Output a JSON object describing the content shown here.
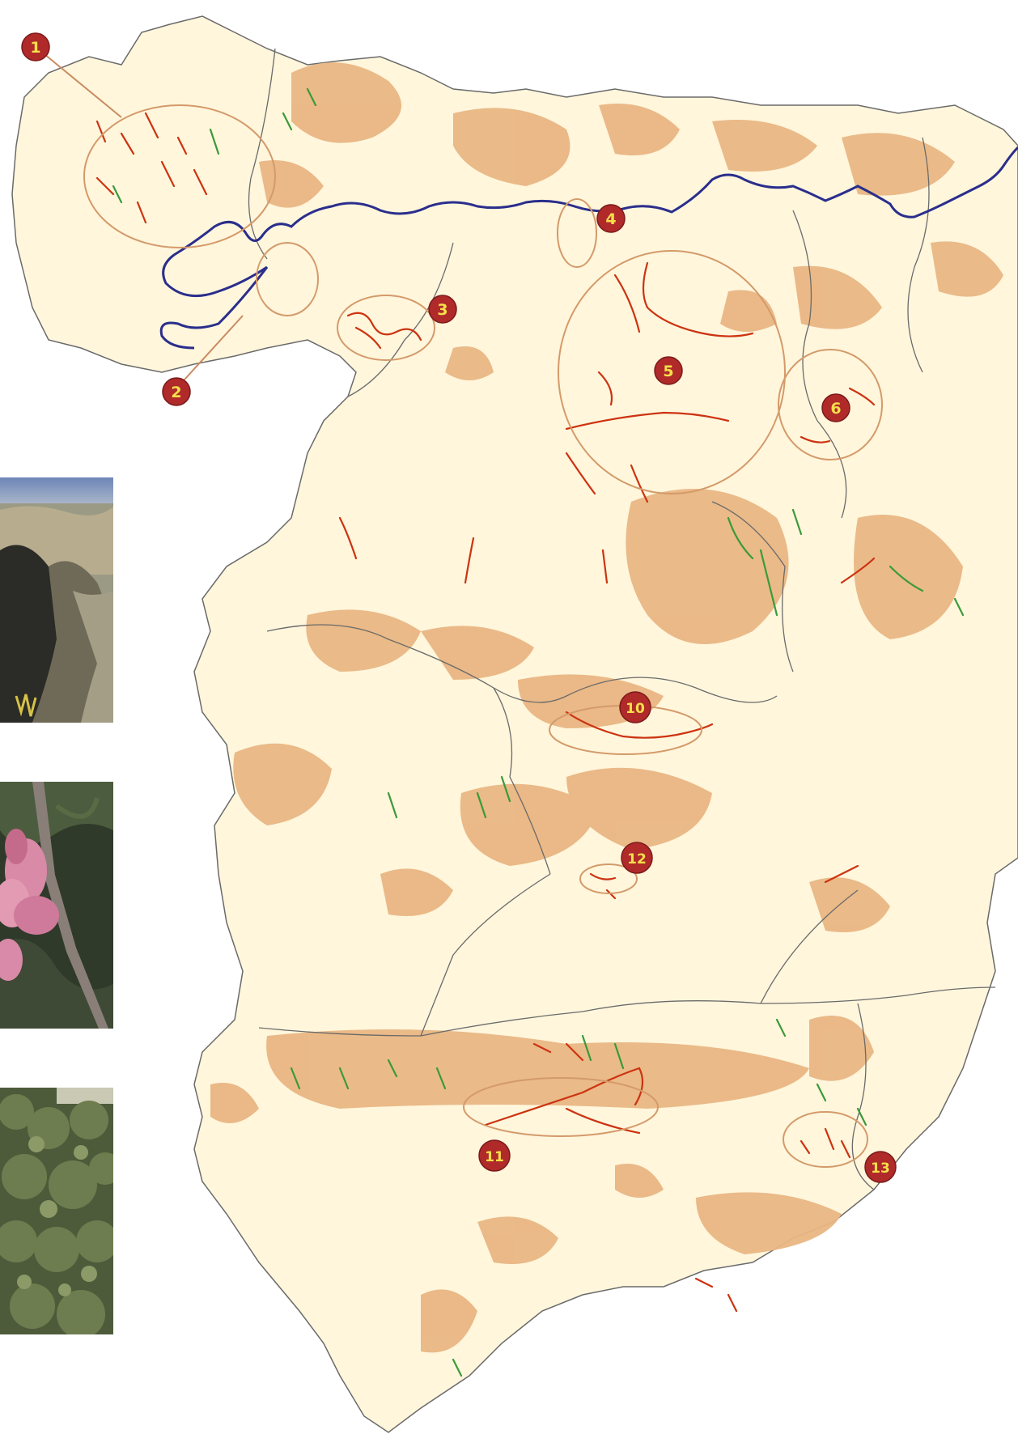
{
  "map": {
    "land_color": "#fff6dc",
    "forest_color": "#e9b683",
    "boundary_color": "#5a5a5a",
    "main_divide_color": "#2a2e8c",
    "river_red_color": "#cc3311",
    "river_green_color": "#3a9a3a",
    "area_outline_color": "#d49a6a",
    "marker_fill": "#b02a2a"
  },
  "markers": [
    {
      "id": "1",
      "label": "1"
    },
    {
      "id": "2",
      "label": "2"
    },
    {
      "id": "3",
      "label": "3"
    },
    {
      "id": "4",
      "label": "4"
    },
    {
      "id": "5",
      "label": "5"
    },
    {
      "id": "6",
      "label": "6"
    },
    {
      "id": "10",
      "label": "10"
    },
    {
      "id": "11",
      "label": "11"
    },
    {
      "id": "12",
      "label": "12"
    },
    {
      "id": "13",
      "label": "13"
    }
  ],
  "photos": [
    {
      "name": "gorge-landscape-photo"
    },
    {
      "name": "pink-oleander-flower-photo"
    },
    {
      "name": "dense-riparian-forest-photo"
    }
  ]
}
